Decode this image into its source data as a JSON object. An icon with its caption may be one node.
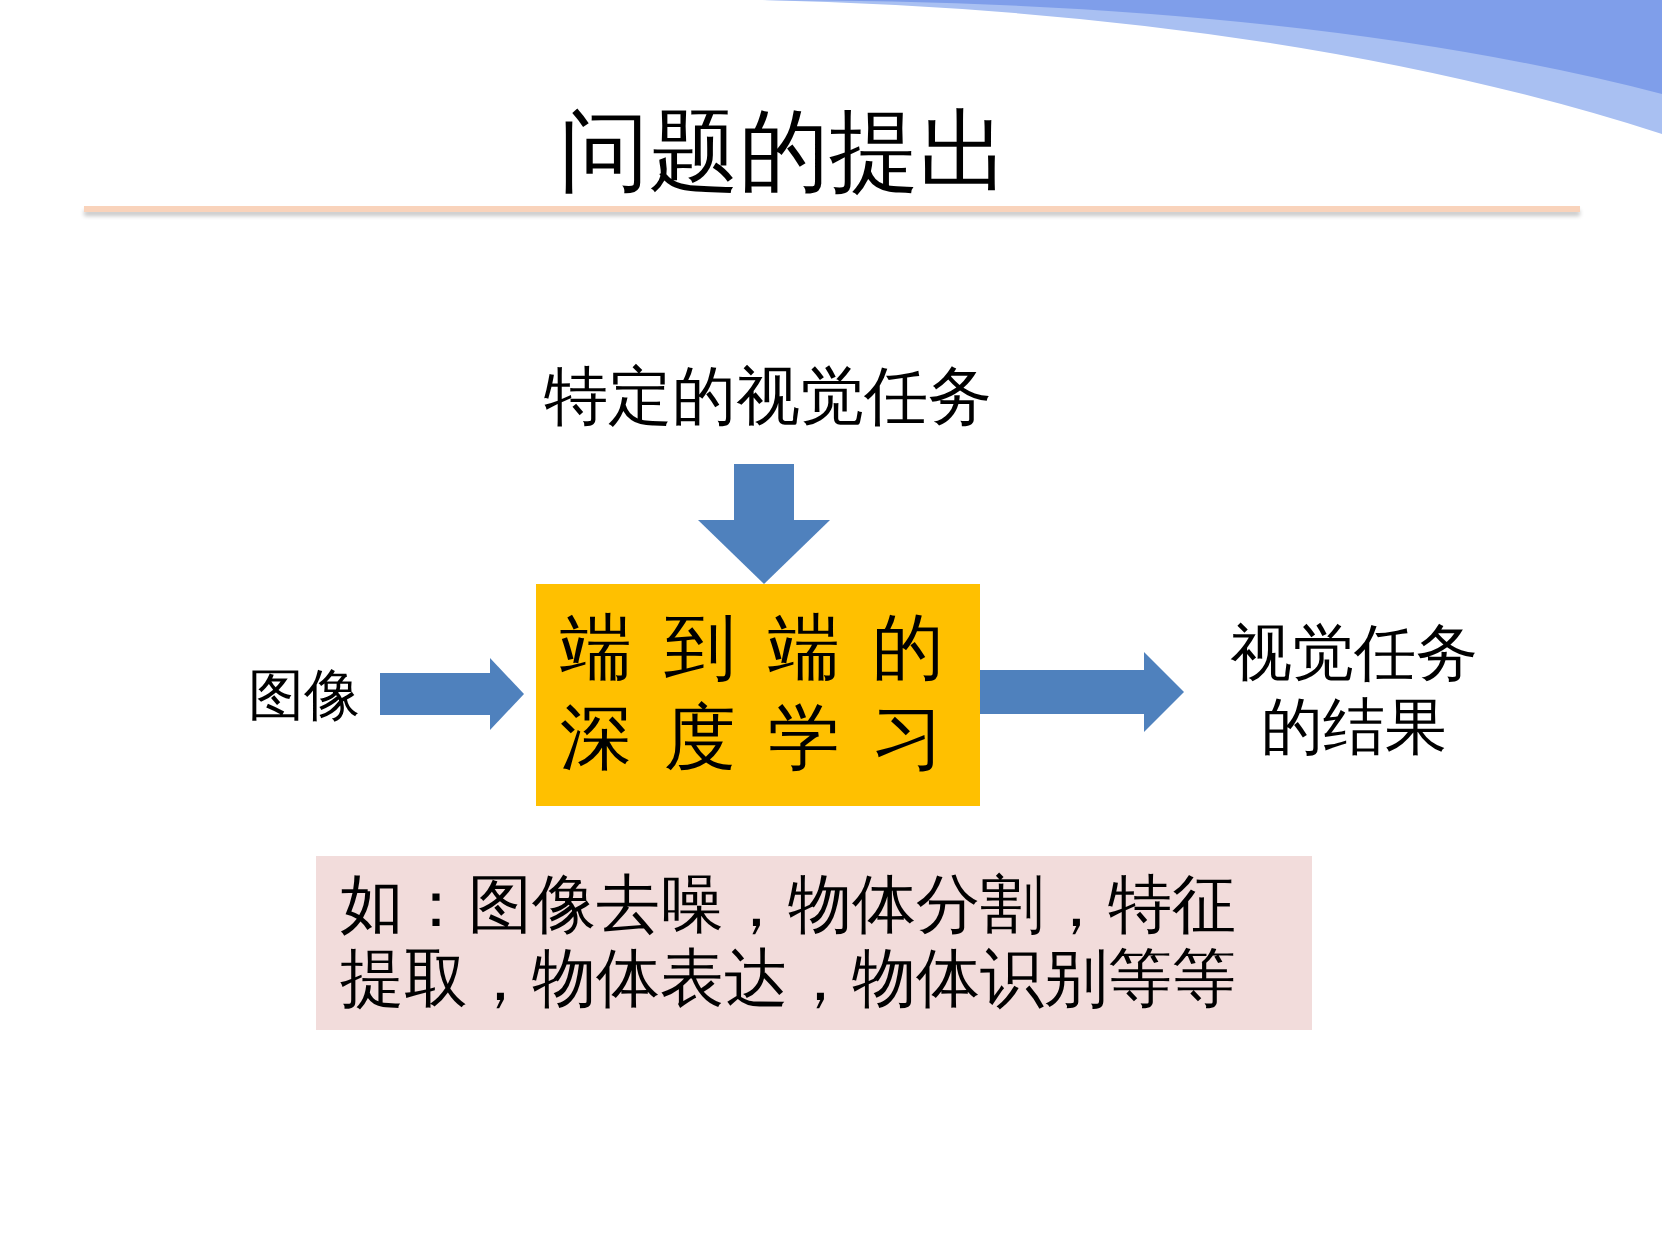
{
  "diagram": {
    "title": "问题的提出",
    "nodes": [
      {
        "text": [
          "特定的视觉任务"
        ]
      },
      {
        "text": [
          "图像"
        ]
      },
      {
        "text": [
          "端到端的深度学习"
        ]
      },
      {
        "text": [
          "视觉任务的结果"
        ]
      },
      {
        "text": [
          "如：图像去噪，物体分割，特征提取，物体表达，物体识别等等"
        ]
      }
    ],
    "edges": [
      {
        "from": 0,
        "to": 2,
        "arrow": "to"
      },
      {
        "from": 1,
        "to": 2,
        "arrow": "to"
      },
      {
        "from": 2,
        "to": 3,
        "arrow": "to"
      }
    ]
  }
}
